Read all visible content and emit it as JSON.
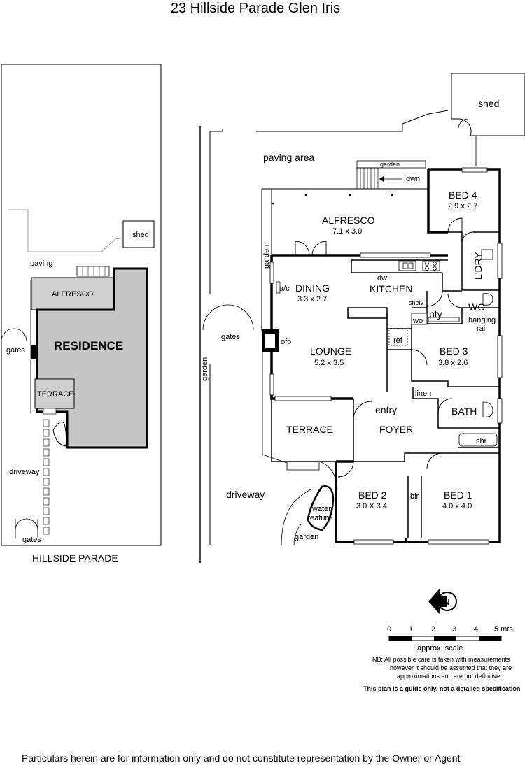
{
  "title": "23 Hillside Parade Glen Iris",
  "site": {
    "shed": "shed",
    "paving": "paving",
    "alfresco": "ALFRESCO",
    "residence": "RESIDENCE",
    "terrace": "TERRACE",
    "gates": "gates",
    "driveway": "driveway",
    "gates_bottom": "gates",
    "street": "HILLSIDE PARADE"
  },
  "plan": {
    "shed": "shed",
    "paving_area": "paving area",
    "garden_top": "garden",
    "dwn": "dwn",
    "garden_side": "garden",
    "garden_left": "garden",
    "gates": "gates",
    "driveway": "driveway",
    "water_feature_1": "water",
    "water_feature_2": "feature",
    "garden_bottom": "garden",
    "ac": "a/c",
    "ofp": "ofp",
    "dw": "dw",
    "shelv": "shelv",
    "pty": "pty",
    "wo": "wo",
    "ref": "ref",
    "wc": "WC",
    "hanging_1": "hanging",
    "hanging_2": "rail",
    "ldry": "L'DRY",
    "linen": "linen",
    "bath": "BATH",
    "shr": "shr",
    "entry": "entry",
    "foyer": "FOYER",
    "bir": "bir",
    "rooms": {
      "alfresco": {
        "name": "ALFRESCO",
        "dim": "7.1 x 3.0"
      },
      "bed4": {
        "name": "BED 4",
        "dim": "2.9 x 2.7"
      },
      "dining": {
        "name": "DINING",
        "dim": "3.3 x 2.7"
      },
      "kitchen": {
        "name": "KITCHEN"
      },
      "lounge": {
        "name": "LOUNGE",
        "dim": "5.2 x 3.5"
      },
      "bed3": {
        "name": "BED 3",
        "dim": "3.8 x 2.6"
      },
      "terrace": {
        "name": "TERRACE"
      },
      "bed2": {
        "name": "BED 2",
        "dim": "3.0 X 3.4"
      },
      "bed1": {
        "name": "BED 1",
        "dim": "4.0 x 4.0"
      }
    }
  },
  "compass": {
    "letter": "N"
  },
  "scale": {
    "ticks": [
      "0",
      "1",
      "2",
      "3",
      "4",
      "5 mts."
    ],
    "label": "approx. scale"
  },
  "notes": {
    "nb_1": "NB:  All possible care is taken with measurements",
    "nb_2": "however it should be assumed that they are",
    "nb_3": "approximations and are not definitive",
    "guide": "This plan is a guide only, not a detailed specification"
  },
  "footer": "Particulars herein are for information only and do not constitute representation by the Owner or Agent"
}
